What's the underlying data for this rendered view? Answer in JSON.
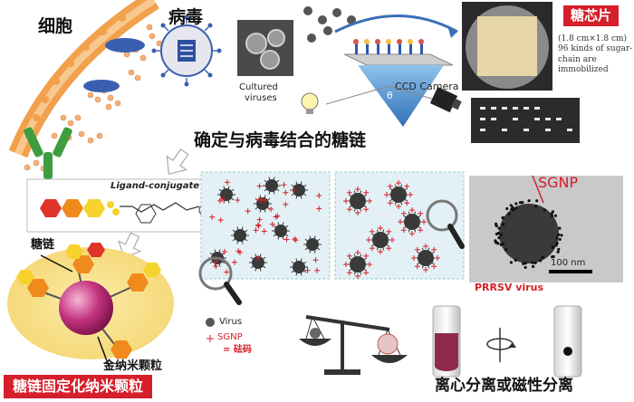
{
  "labels": {
    "cell": "细胞",
    "virus": "病毒",
    "cultured_line1": "Cultured",
    "cultured_line2": "viruses",
    "ccd_camera": "CCD Camera",
    "theta": "θ",
    "glycochip_tag": "糖芯片",
    "chip_info": "(1.8 cm×1.8 cm)\n96 kinds of sugar-\nchain are\nimmobilized",
    "determine_glycan": "确定与病毒结合的糖链",
    "ligand_conjugate": "Ligand-conjugate",
    "sugar_chain": "糖链",
    "gold_nanoparticle": "金纳米颗粒",
    "glycan_nanoparticle_tag": "糖链固定化纳米颗粒",
    "sgnp_label": "SGNP",
    "scale_100nm": "100 nm",
    "prrsv_virus": "PRRSV virus",
    "legend_virus": "Virus",
    "legend_sgnp": "SGNP",
    "legend_weight": "= 砝码",
    "separation": "离心分离或磁性分离"
  },
  "colors": {
    "accent_red": "#d51f2a",
    "membrane_orange": "#f2a04b",
    "receptor_blue": "#3a5fb0",
    "virus_dark": "#3a3a3a",
    "panel_blue": "#e3f1f6",
    "nanoparticle_pink": "#c3337f",
    "halo_yellow": "#f8e28a"
  }
}
